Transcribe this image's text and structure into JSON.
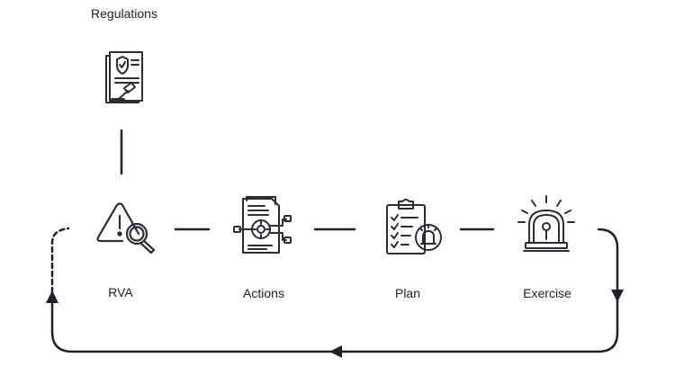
{
  "top_node": {
    "label": "Regulations",
    "icon": "regulation-document-gavel-icon"
  },
  "cycle_nodes": [
    {
      "label": "RVA",
      "icon": "warning-magnifier-icon"
    },
    {
      "label": "Actions",
      "icon": "document-process-icon"
    },
    {
      "label": "Plan",
      "icon": "clipboard-checklist-alarm-icon"
    },
    {
      "label": "Exercise",
      "icon": "siren-light-icon"
    }
  ],
  "colors": {
    "line": "#1f1f2e",
    "icon": "#2b2b3a",
    "text": "#222222"
  }
}
